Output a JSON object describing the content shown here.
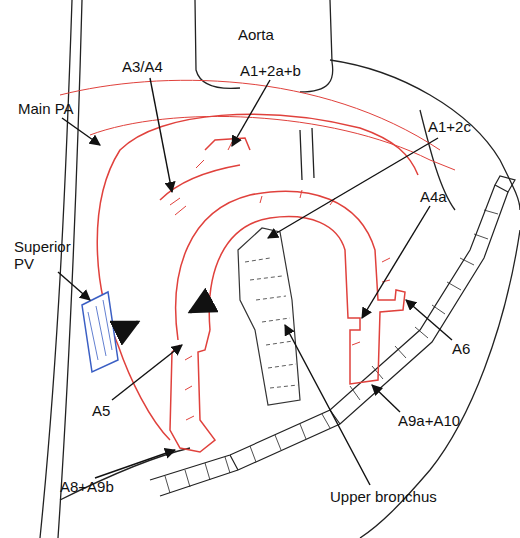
{
  "diagram": {
    "labels": [
      "Aorta",
      "A3/A4",
      "A1+2a+b",
      "A1+2c",
      "Main PA",
      "A4a",
      "Superior PV",
      "A6",
      "A5",
      "A9a+A10",
      "A8+A9b",
      "Upper bronchus"
    ]
  }
}
